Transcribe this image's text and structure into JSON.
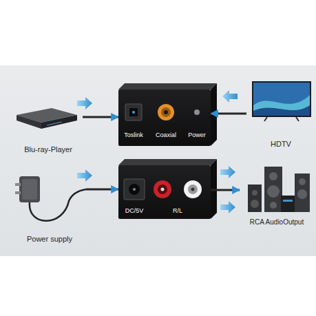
{
  "diagram": {
    "nodes": [
      {
        "text": [
          "Blu-ray-Player"
        ]
      },
      {
        "text": [
          "Toslink",
          "Coaxial",
          "Power"
        ]
      },
      {
        "text": [
          "HDTV"
        ]
      },
      {
        "text": [
          "Power supply"
        ]
      },
      {
        "text": [
          "DC/5V",
          "R/L"
        ]
      },
      {
        "text": [
          "RCA AudioOutput"
        ]
      }
    ],
    "edges": [
      {
        "from": 0,
        "to": 1,
        "arrow": "to"
      },
      {
        "from": 2,
        "to": 1,
        "arrow": "to"
      },
      {
        "from": 3,
        "to": 4,
        "arrow": "to"
      },
      {
        "from": 4,
        "to": 5,
        "arrow": "to"
      }
    ]
  }
}
